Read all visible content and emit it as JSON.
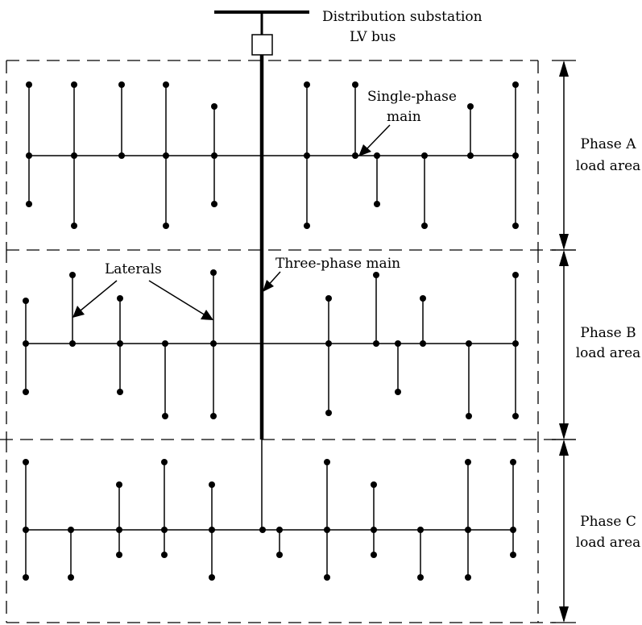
{
  "labels": {
    "substation_line1": "Distribution substation",
    "substation_line2": "LV bus",
    "single_phase_line1": "Single-phase",
    "single_phase_line2": "main",
    "three_phase": "Three-phase main",
    "laterals": "Laterals",
    "phase_a_line1": "Phase A",
    "phase_a_line2": "load area",
    "phase_b_line1": "Phase B",
    "phase_b_line2": "load area",
    "phase_c_line1": "Phase C",
    "phase_c_line2": "load area"
  }
}
